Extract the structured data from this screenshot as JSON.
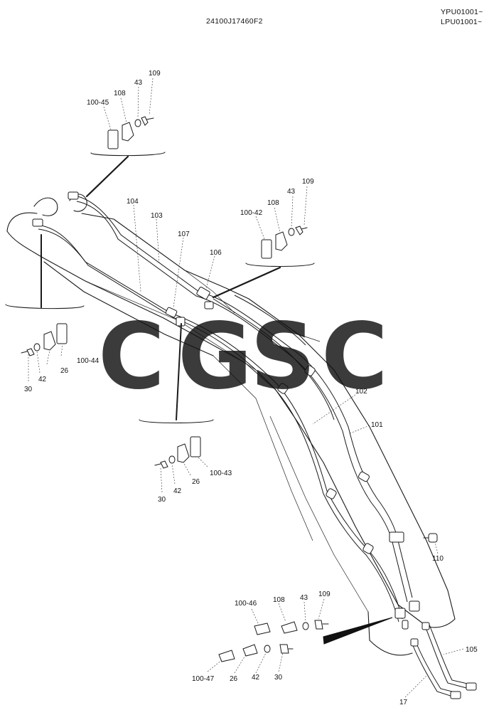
{
  "header": {
    "drawing_code": "24100J17460F2",
    "serial_range_1": "YPU01001~",
    "serial_range_2": "LPU01001~"
  },
  "watermark": {
    "letters": [
      "C",
      "G",
      "S",
      "C"
    ],
    "colors": [
      "#6f9ff2",
      "#f07a70",
      "#f5cf57",
      "#5fb88b"
    ]
  },
  "callouts": {
    "top_detail": [
      "109",
      "43",
      "108",
      "100-45"
    ],
    "right_detail": [
      "109",
      "43",
      "108",
      "100-42"
    ],
    "left_detail": [
      "100-44",
      "26",
      "42",
      "30"
    ],
    "mid_detail": [
      "100-43",
      "26",
      "42",
      "30"
    ],
    "bottom_detail_upper": [
      "109",
      "43",
      "108",
      "100-46"
    ],
    "bottom_detail_lower": [
      "30",
      "42",
      "26",
      "100-47"
    ],
    "pipes": [
      "104",
      "103",
      "107",
      "106",
      "102",
      "101",
      "110",
      "105",
      "17"
    ]
  }
}
